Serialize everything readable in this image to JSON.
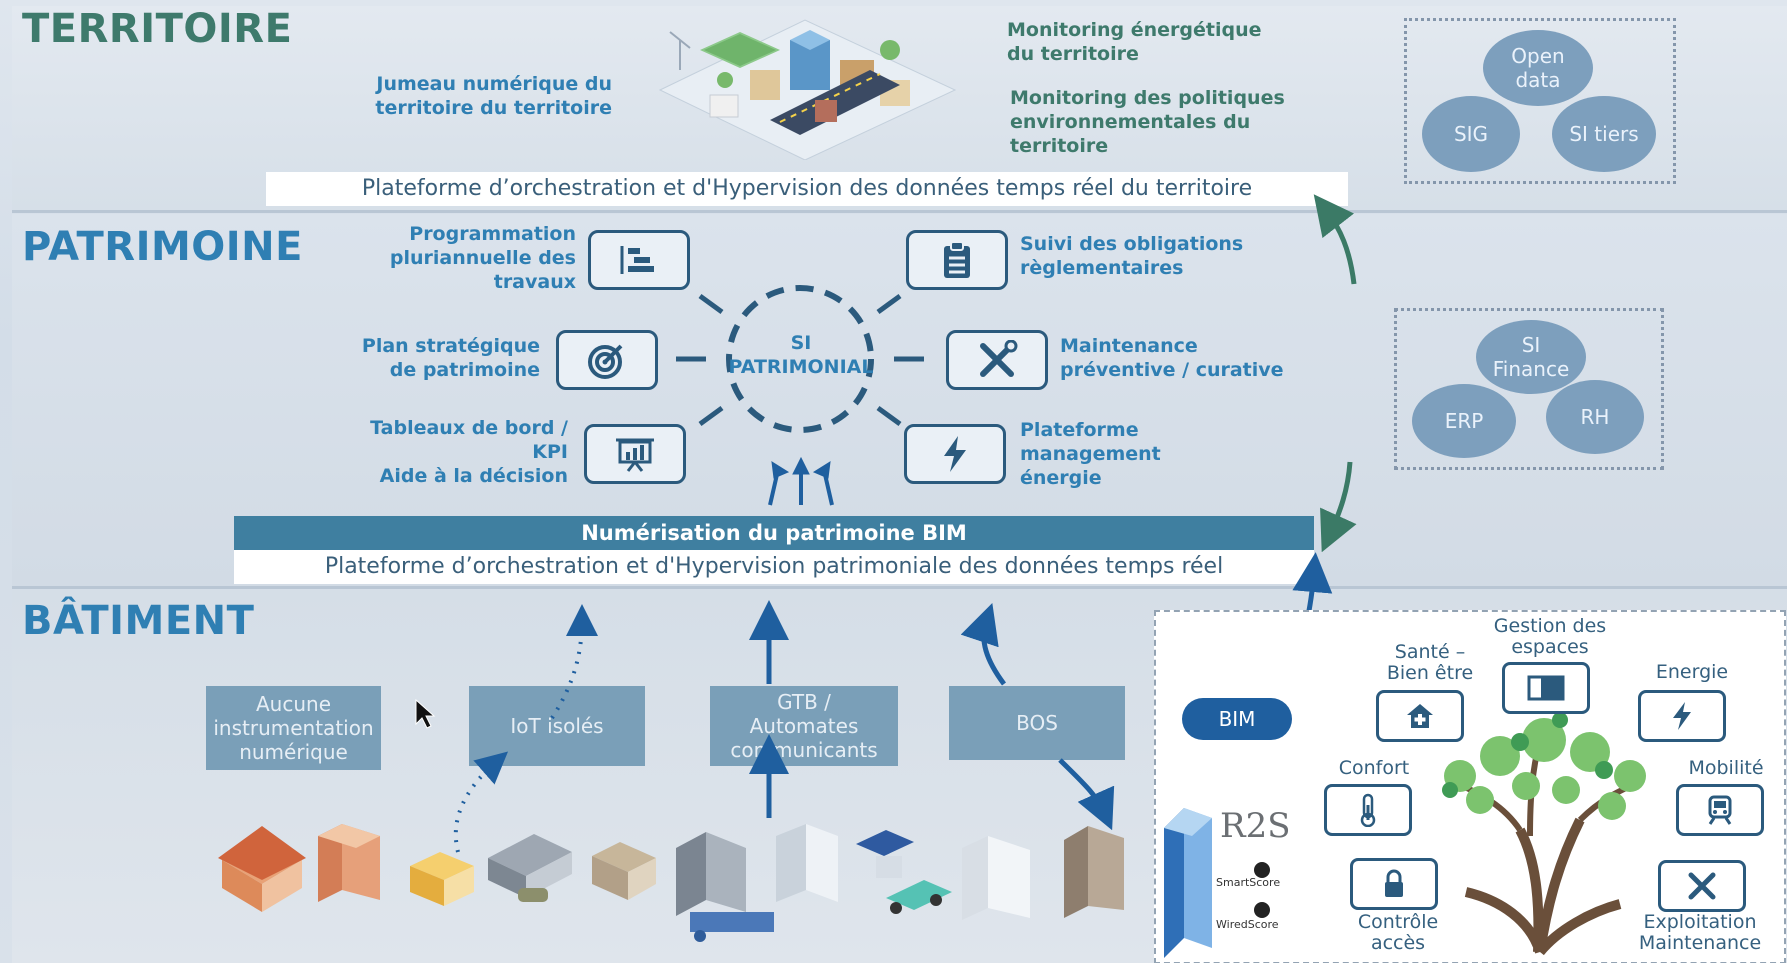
{
  "colors": {
    "territoire_title": "#3e7a6c",
    "patrimoine_title": "#2f7fb3",
    "batiment_title": "#2f7fb3",
    "text_blue": "#2f7fb3",
    "text_green": "#3e7a6c",
    "bim_bar": "#3f7fa0",
    "arrow_blue": "#1f5f9f",
    "arrow_green": "#3b7a66"
  },
  "territoire": {
    "title": "TERRITOIRE",
    "jumeau_l1": "Jumeau numérique du",
    "jumeau_l2": "territoire du territoire",
    "monitoring1_l1": "Monitoring  énergétique",
    "monitoring1_l2": "du territoire",
    "monitoring2_l1": "Monitoring des politiques",
    "monitoring2_l2": "environnementales du",
    "monitoring2_l3": "territoire",
    "platform": "Plateforme d’orchestration et d'Hypervision des données temps réel du territoire",
    "bubbles": {
      "open_l1": "Open",
      "open_l2": "data",
      "sig": "SIG",
      "si_tiers": "SI tiers"
    }
  },
  "patrimoine": {
    "title": "PATRIMOINE",
    "center_l1": "SI",
    "center_l2": "PATRIMONIAL",
    "prog_l1": "Programmation",
    "prog_l2": "pluriannuelle des",
    "prog_l3": "travaux",
    "plan_l1": "Plan stratégique",
    "plan_l2": "de patrimoine",
    "tab_l1": "Tableaux de bord /",
    "tab_l2": "KPI",
    "tab_l3": "Aide à la décision",
    "suivi_l1": "Suivi des obligations",
    "suivi_l2": "règlementaires",
    "maint_l1": "Maintenance",
    "maint_l2": "préventive / curative",
    "plateforme_l1": "Plateforme",
    "plateforme_l2": "management",
    "plateforme_l3": "énergie",
    "bim_bar": "Numérisation du patrimoine BIM",
    "platform": "Plateforme d’orchestration et d'Hypervision patrimoniale des données temps réel",
    "bubbles": {
      "si_l1": "SI",
      "si_l2": "Finance",
      "erp": "ERP",
      "rh": "RH"
    }
  },
  "batiment": {
    "title": "BÂTIMENT",
    "aucune_l1": "Aucune",
    "aucune_l2": "instrumentation",
    "aucune_l3": "numérique",
    "iot": "IoT isolés",
    "gtb_l1": "GTB /",
    "gtb_l2": "Automates",
    "gtb_l3": "communicants",
    "bos": "BOS",
    "bim": "BIM",
    "r2s": "R2S",
    "smartscore": "SmartScore",
    "wiredscore": "WiredScore",
    "sante_l1": "Santé –",
    "sante_l2": "Bien être",
    "gestion_l1": "Gestion des",
    "gestion_l2": "espaces",
    "energie": "Energie",
    "confort": "Confort",
    "mobilite": "Mobilité",
    "controle_l1": "Contrôle",
    "controle_l2": "accès",
    "exploit_l1": "Exploitation",
    "exploit_l2": "Maintenance"
  }
}
